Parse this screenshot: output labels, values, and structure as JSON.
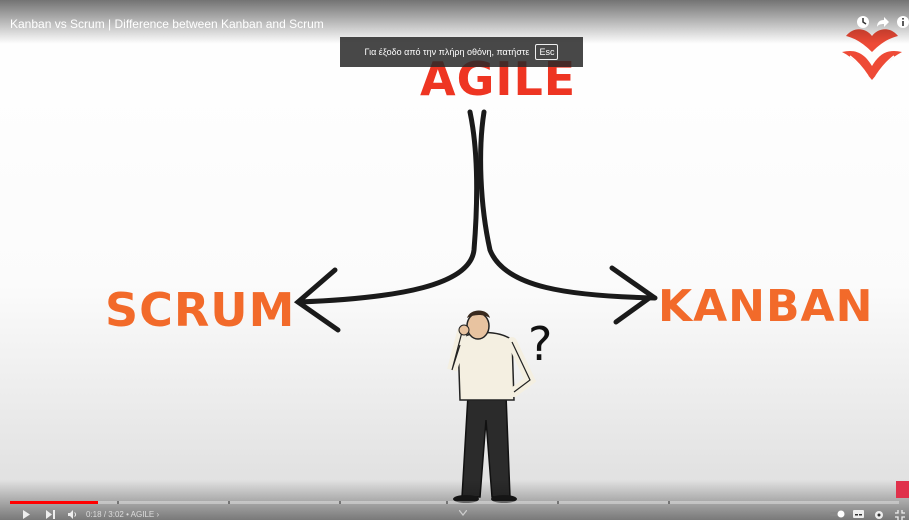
{
  "video": {
    "title": "Kanban vs Scrum | Difference between Kanban and Scrum",
    "fullscreen_toast": "Για έξοδο από την πλήρη οθόνη, πατήστε",
    "esc_key": "Esc"
  },
  "content": {
    "top_word": "AGILE",
    "left_word": "SCRUM",
    "right_word": "KANBAN",
    "question_mark": "?"
  },
  "player": {
    "current_time": "0:18",
    "duration": "3:02",
    "chapter": "• AGILE ›",
    "progress_fraction": 0.099,
    "chapter_gaps_fraction": [
      0.12,
      0.245,
      0.37,
      0.49,
      0.615,
      0.74
    ]
  },
  "colors": {
    "agile": "#ee3522",
    "scrum": "#f26a2a",
    "kanban": "#f26a2a",
    "progress": "#ff0000",
    "logo": "#ee4a36"
  },
  "icons": [
    "clock-icon",
    "share-icon",
    "info-icon",
    "play-icon",
    "next-icon",
    "volume-icon",
    "autoplay-icon",
    "subtitles-icon",
    "settings-icon",
    "exit-fullscreen-icon",
    "chevron-down-icon"
  ]
}
